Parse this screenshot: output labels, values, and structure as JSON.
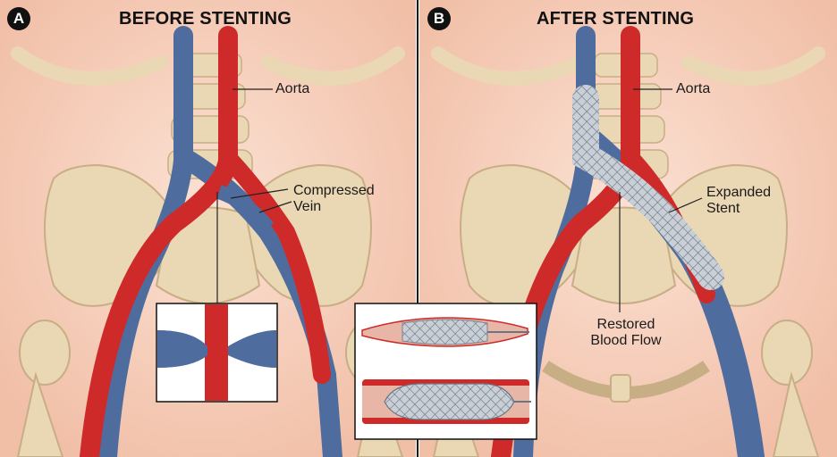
{
  "panels": [
    {
      "badge": "A",
      "title": "BEFORE STENTING"
    },
    {
      "badge": "B",
      "title": "AFTER STENTING"
    }
  ],
  "labels": {
    "aorta_left": "Aorta",
    "compressed_line1": "Compressed",
    "compressed_line2": "Vein",
    "aorta_right": "Aorta",
    "expanded_line1": "Expanded",
    "expanded_line2": "Stent",
    "restored_line1": "Restored",
    "restored_line2": "Blood Flow"
  },
  "colors": {
    "skin": "#f6cbb6",
    "bone": "#ead7b4",
    "artery": "#cf2a2a",
    "vein": "#4f6c9e",
    "stent": "#9aa3ad"
  }
}
